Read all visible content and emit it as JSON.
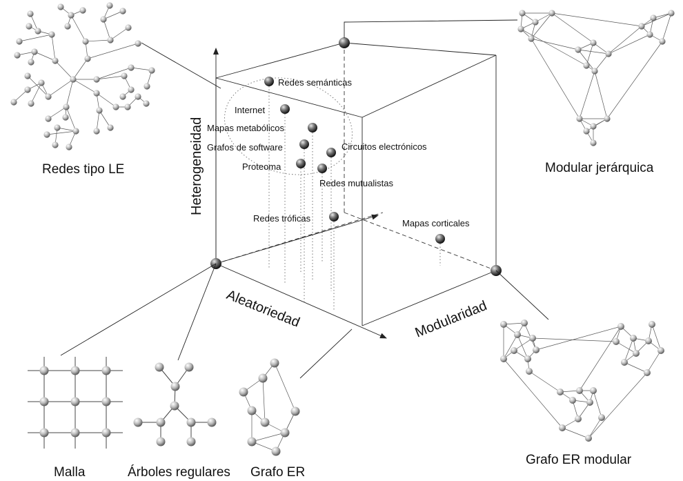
{
  "labels": {
    "redes_le": "Redes tipo LE",
    "modular_jerarquica": "Modular jerárquica",
    "grafo_er_modular": "Grafo ER modular",
    "malla": "Malla",
    "arboles": "Árboles regulares",
    "grafo_er": "Grafo ER"
  },
  "axes": {
    "heterogeneidad": "Heterogeneidad",
    "aleatoriedad": "Aleatoriedad",
    "modularidad": "Modularidad"
  },
  "points": {
    "redes_semanticas": "Redes semánticas",
    "internet": "Internet",
    "mapas_metabolicos": "Mapas metabólicos",
    "grafos_software": "Grafos de software",
    "circuitos": "Circuitos electrónicos",
    "proteoma": "Proteoma",
    "redes_mutualistas": "Redes mutualistas",
    "redes_troficas": "Redes tróficas",
    "mapas_corticales": "Mapas corticales"
  }
}
